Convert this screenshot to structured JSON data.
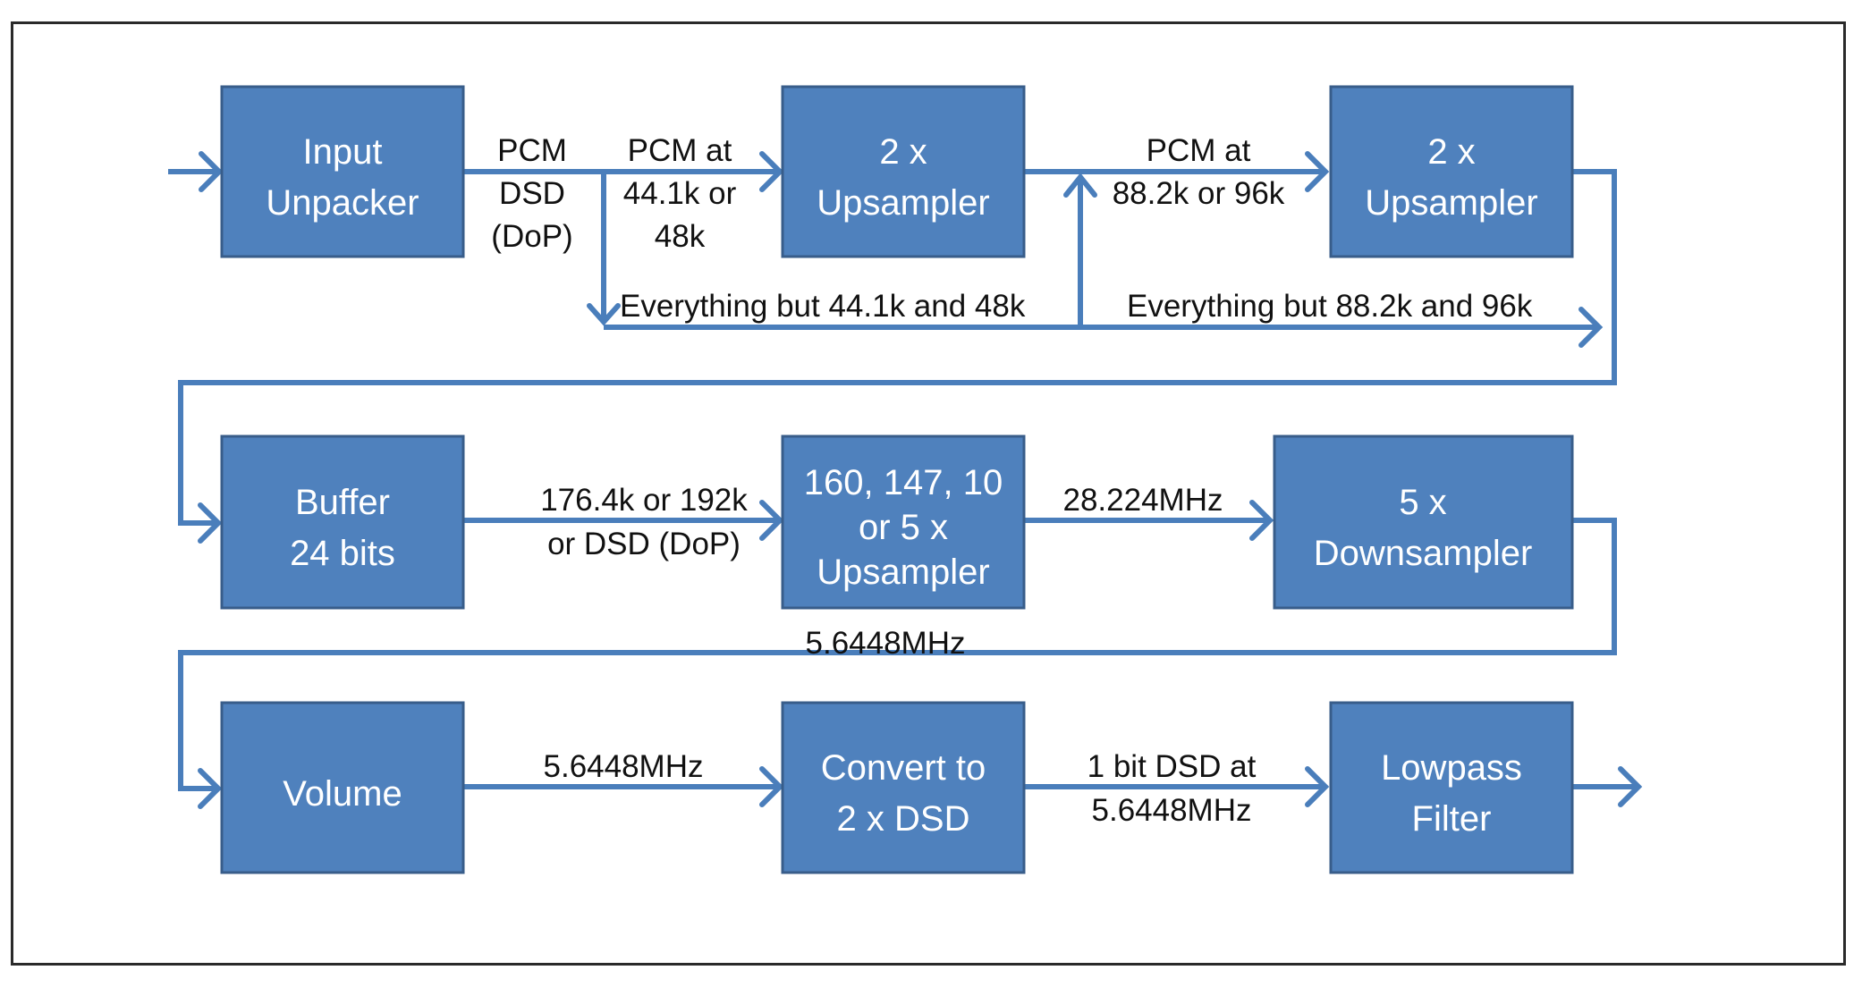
{
  "blocks": {
    "input_unpacker": [
      "Input",
      "Unpacker"
    ],
    "upsampler_a": [
      "2 x",
      "Upsampler"
    ],
    "upsampler_b": [
      "2 x",
      "Upsampler"
    ],
    "buffer": [
      "Buffer",
      "24 bits"
    ],
    "multi_upsampler": [
      "160, 147, 10",
      "or 5 x",
      "Upsampler"
    ],
    "downsampler": [
      "5 x",
      "Downsampler"
    ],
    "volume": [
      "Volume"
    ],
    "convert": [
      "Convert to",
      "2 x DSD"
    ],
    "lowpass": [
      "Lowpass",
      "Filter"
    ]
  },
  "labels": {
    "formats": [
      "PCM",
      "DSD",
      "(DoP)"
    ],
    "pcm_44_48": [
      "PCM at",
      "44.1k or",
      "48k"
    ],
    "pcm_88_96": [
      "PCM at",
      "88.2k or 96k"
    ],
    "bypass_1": "Everything but 44.1k and 48k",
    "bypass_2": "Everything but 88.2k and 96k",
    "buffer_out": [
      "176.4k or 192k",
      "or DSD (DoP)"
    ],
    "rate_28": "28.224MHz",
    "rate_56_return": "5.6448MHz",
    "rate_56_volume": "5.6448MHz",
    "dsd_out": [
      "1 bit DSD at",
      "5.6448MHz"
    ]
  },
  "colors": {
    "block_fill": "#4f81bd",
    "block_border": "#385d8a",
    "connector": "#4a7ebb",
    "block_text": "#ffffff",
    "label_text": "#111111"
  }
}
